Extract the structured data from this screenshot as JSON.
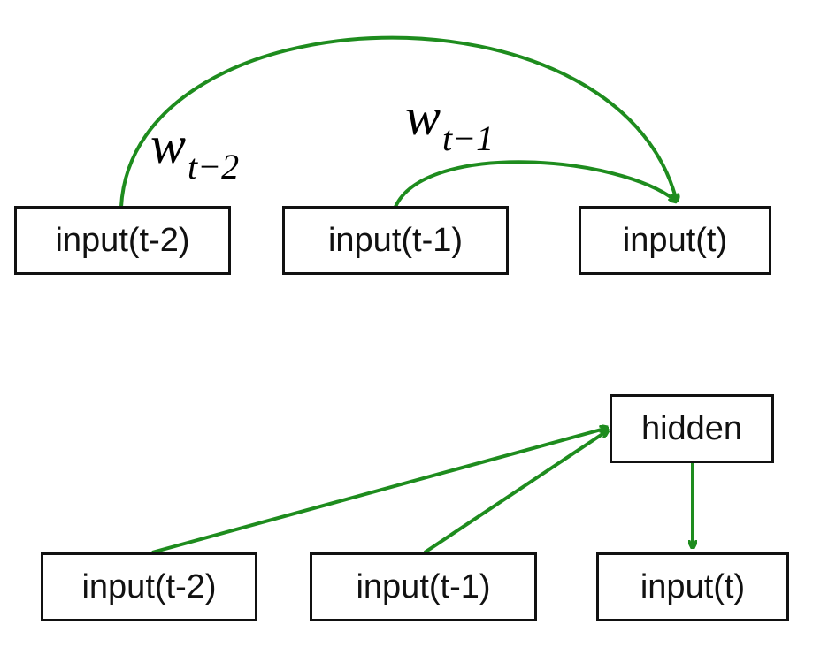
{
  "colors": {
    "arrow": "#1e8c1e",
    "border": "#111111"
  },
  "top_diagram": {
    "boxes": [
      "input(t-2)",
      "input(t-1)",
      "input(t)"
    ],
    "weight_labels": [
      {
        "symbol": "w",
        "subscript": "t−2"
      },
      {
        "symbol": "w",
        "subscript": "t−1"
      }
    ]
  },
  "bottom_diagram": {
    "boxes": [
      "input(t-2)",
      "input(t-1)",
      "input(t)"
    ],
    "hidden": "hidden"
  }
}
